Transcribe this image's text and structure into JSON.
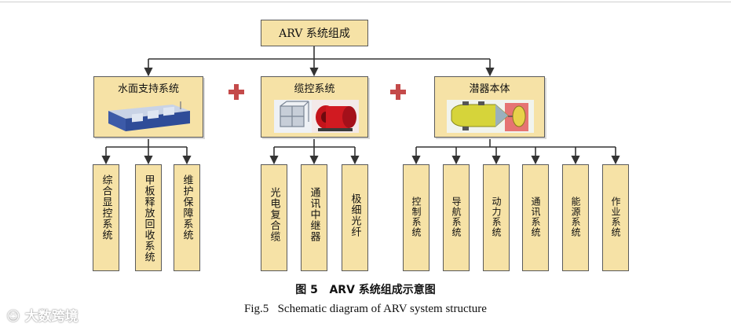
{
  "root": {
    "label": "ARV 系统组成"
  },
  "subsystems": [
    {
      "label": "水面支持系统",
      "children": [
        "综合显控系统",
        "甲板释放回收系统",
        "维护保障系统"
      ]
    },
    {
      "label": "缆控系统",
      "children": [
        "光电复合缆",
        "通讯中继器",
        "极细光纤"
      ]
    },
    {
      "label": "潜器本体",
      "children": [
        "控制系统",
        "导航系统",
        "动力系统",
        "通讯系统",
        "能源系统",
        "作业系统"
      ]
    }
  ],
  "caption": {
    "cn_label": "图 5",
    "cn_text": "ARV 系统组成示意图",
    "en_label": "Fig.5",
    "en_text": "Schematic diagram of ARV system structure"
  },
  "watermark": "大数跨境",
  "colors": {
    "box_fill": "#f6e2a6",
    "plus": "#c44a4a",
    "line": "#333333"
  }
}
